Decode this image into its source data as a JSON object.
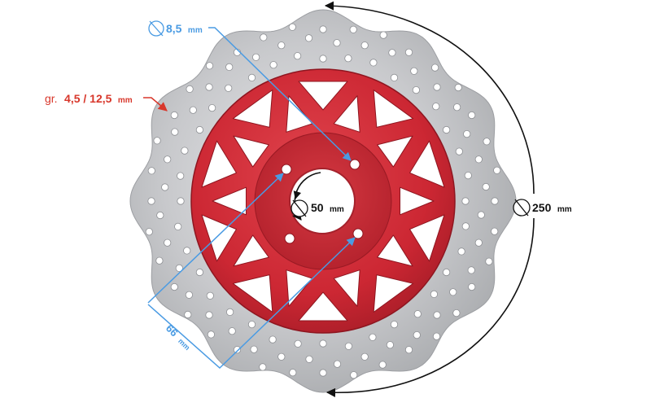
{
  "labels": {
    "hole_diameter": {
      "value": "8,5",
      "unit": "mm"
    },
    "thickness": {
      "prefix": "gr.",
      "value": "4,5 / 12,5",
      "unit": "mm"
    },
    "center_bore": {
      "value": "50",
      "unit": "mm"
    },
    "outer_diameter": {
      "value": "250",
      "unit": "mm"
    },
    "bolt_spacing": {
      "value": "66",
      "unit": "mm"
    }
  },
  "colors": {
    "blue_annotation": "#4a9be3",
    "red_annotation": "#d8372b",
    "black_annotation": "#111111",
    "disc_red": "#cf2a35",
    "disc_steel": "#c9cacc"
  }
}
